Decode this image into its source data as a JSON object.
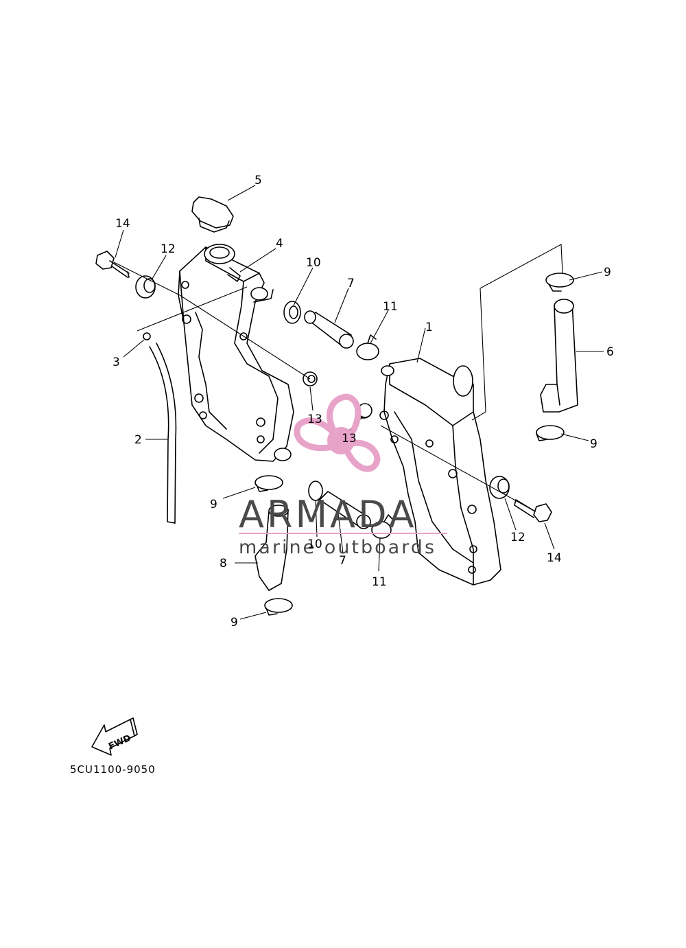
{
  "diagram": {
    "callouts": [
      "1",
      "2",
      "3",
      "4",
      "5",
      "6",
      "7",
      "7",
      "8",
      "9",
      "9",
      "9",
      "9",
      "10",
      "10",
      "11",
      "11",
      "12",
      "12",
      "13",
      "13",
      "14",
      "14"
    ],
    "part_code": "5CU1100-9050",
    "fwd_label": "FWD"
  },
  "watermark": {
    "brand": "ARMADA",
    "tagline": "marine outboards",
    "colors": {
      "logo": "#e8a3c9",
      "text": "#4a4a4a"
    }
  }
}
